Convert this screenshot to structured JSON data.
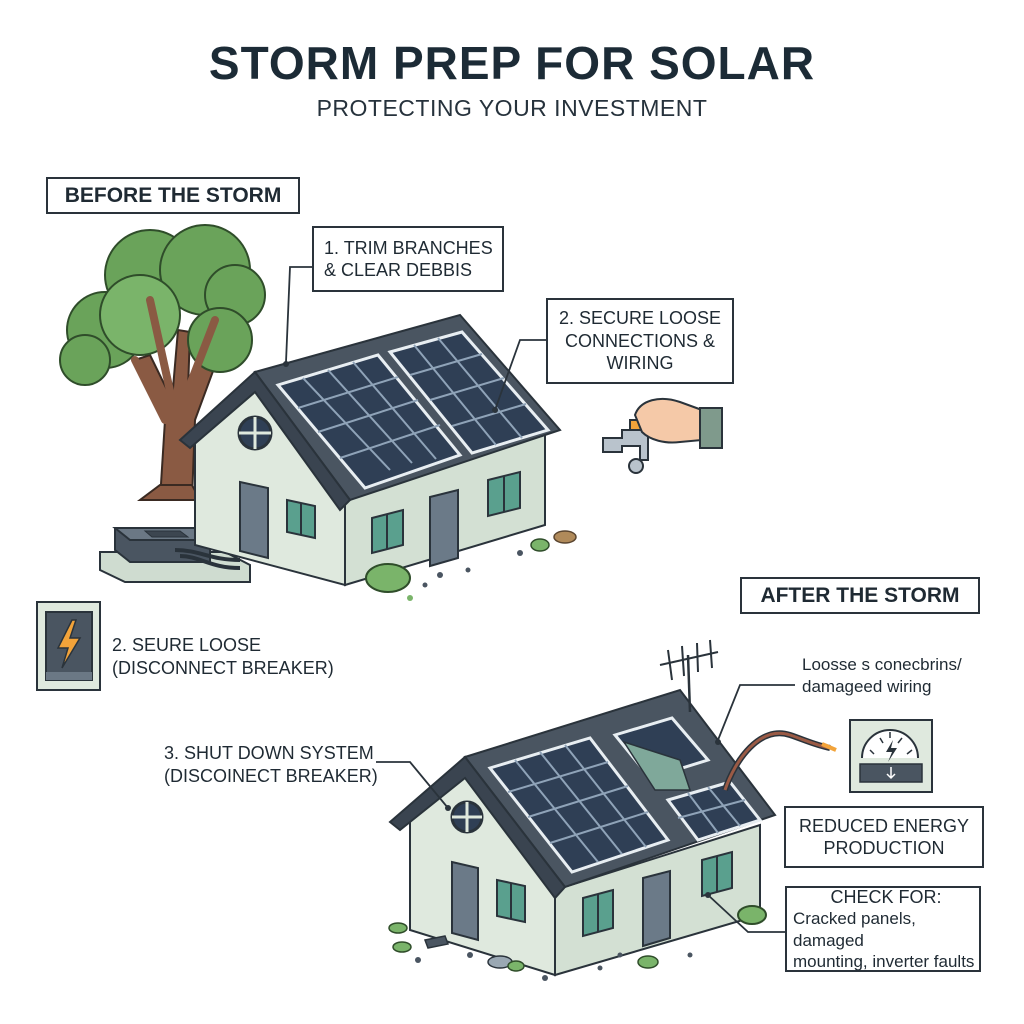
{
  "header": {
    "title": "STORM PREP FOR SOLAR",
    "subtitle": "PROTECTING YOUR INVESTMENT"
  },
  "before": {
    "heading": "BEFORE THE STORM",
    "step1": {
      "line1": "1. TRIM BRANCHES",
      "line2": "& CLEAR DEBBIS"
    },
    "step2": {
      "line1": "2. SECURE LOOSE",
      "line2": "CONNECTIONS &",
      "line3": "WIRING"
    },
    "step2b": {
      "line1": "2. SEURE LOOSE",
      "line2": "(DISCONNECT BREAKER)"
    },
    "step3": {
      "line1": "3. SHUT DOWN SYSTEM",
      "line2": "(DISCOINECT BREAKER)"
    }
  },
  "after": {
    "heading": "AFTER THE STORM",
    "wiring_label": {
      "line1": "Loosse s conecbrins/",
      "line2": "damageed wiring"
    },
    "reduced": {
      "line1": "REDUCED ENERGY",
      "line2": "PRODUCTION"
    },
    "check": {
      "line1": "CHECK FOR:",
      "line2": "Cracked panels, damaged",
      "line3": "mounting, inverter faults"
    }
  },
  "colors": {
    "wall": "#dfe9de",
    "roof": "#4a5561",
    "panel": "#2f3f55",
    "tree": "#6aa35a",
    "trunk": "#8a5a43",
    "accent": "#f2a33a"
  },
  "icons": [
    "tree-icon",
    "house-icon",
    "solar-panel-icon",
    "hand-icon",
    "faucet-icon",
    "inverter-icon",
    "breaker-switch-icon",
    "lightning-icon",
    "antenna-icon",
    "gauge-icon",
    "wire-icon"
  ]
}
